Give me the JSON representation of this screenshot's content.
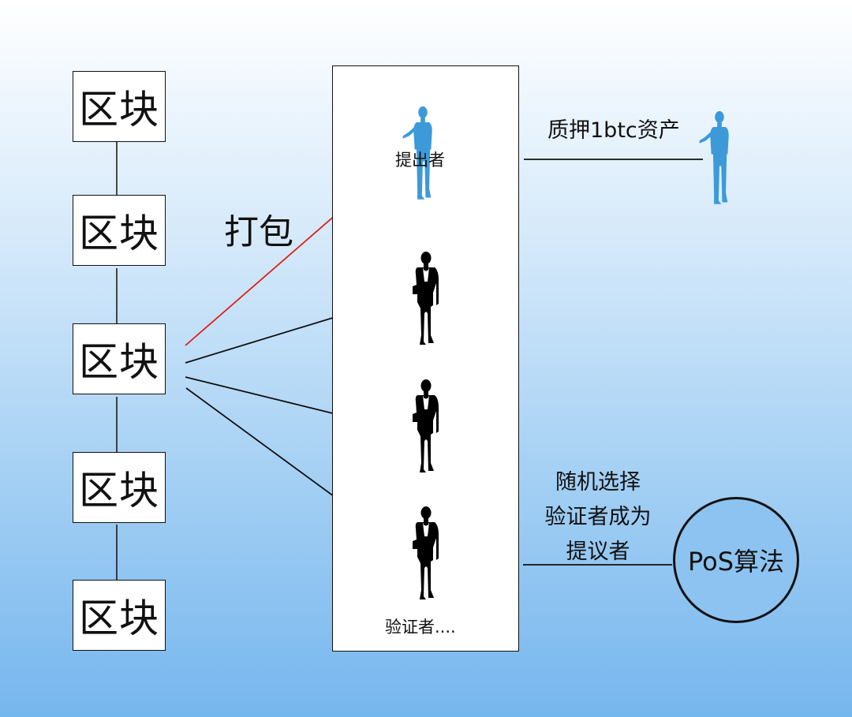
{
  "blocks": [
    "区块",
    "区块",
    "区块",
    "区块",
    "区块"
  ],
  "pack_label": "打包",
  "proposer_label": "提出者",
  "validators_label": "验证者....",
  "stake_label": "质押1btc资产",
  "random_select": {
    "line1": "随机选择",
    "line2": "验证者成为",
    "line3": "提议者"
  },
  "algorithm_label": "PoS算法",
  "colors": {
    "proposer_figure": "#3d9ad9",
    "validator_figure": "#000000",
    "pack_line": "#e0201a",
    "line": "#111111"
  },
  "icons": {
    "proposer": "person-standing-icon",
    "staker": "person-standing-icon",
    "validator": "person-tuxedo-icon"
  }
}
